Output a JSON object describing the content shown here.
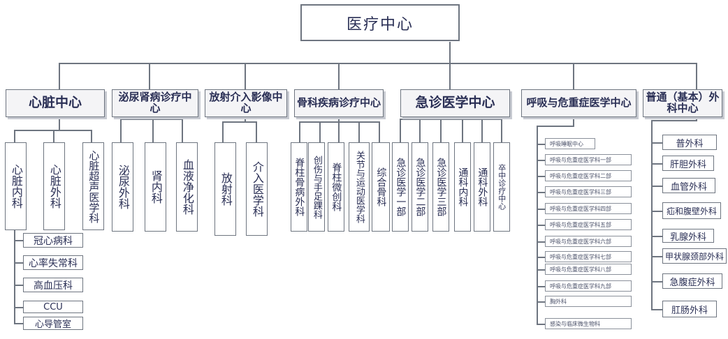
{
  "root": "医疗中心",
  "centers": {
    "heart": "心脏中心",
    "uro": "泌尿肾病诊疗中心",
    "radio": "放射介入影像中心",
    "ortho": "骨科疾病诊疗中心",
    "emergency": "急诊医学中心",
    "resp": "呼吸与危重症医学中心",
    "general": "普通（基本）外科中心"
  },
  "heart_depts": [
    "心脏内科",
    "心脏外科",
    "心脏超声医学科"
  ],
  "heart_subs": [
    "冠心病科",
    "心率失常科",
    "高血压科",
    "CCU",
    "心导管室"
  ],
  "uro_depts": [
    "泌尿外科",
    "肾内科",
    "血液净化科"
  ],
  "radio_depts": [
    "放射科",
    "介入医学科"
  ],
  "ortho_depts": [
    "脊柱骨病外科",
    "创伤与手足踝科",
    "脊柱微创科",
    "关节与运动医学科",
    "综合骨科"
  ],
  "emergency_depts": [
    "急诊医学一部",
    "急诊医学二部",
    "急诊医学三部",
    "通科内科",
    "通科外科",
    "卒中诊疗中心"
  ],
  "resp_depts": [
    "呼吸睡眠中心",
    "呼吸与危重症医学科一部",
    "呼吸与危重症医学科二部",
    "呼吸与危重症医学科三部",
    "呼吸与危重症医学科四部",
    "呼吸与危重症医学科五部",
    "呼吸与危重症医学科六部",
    "呼吸与危重症医学科七部",
    "呼吸与危重症医学科八部",
    "呼吸与危重症医学科九部",
    "胸外科",
    "感染与临床微生物科"
  ],
  "general_depts": [
    "普外科",
    "肝胆外科",
    "血管外科",
    "疝和腹壁外科",
    "乳腺外科",
    "甲状腺颈部外科",
    "急腹症外科",
    "肛肠外科"
  ],
  "colors": {
    "line": "#6e7580",
    "text": "#2a2f55",
    "center_fill": "#f4f4f6"
  }
}
